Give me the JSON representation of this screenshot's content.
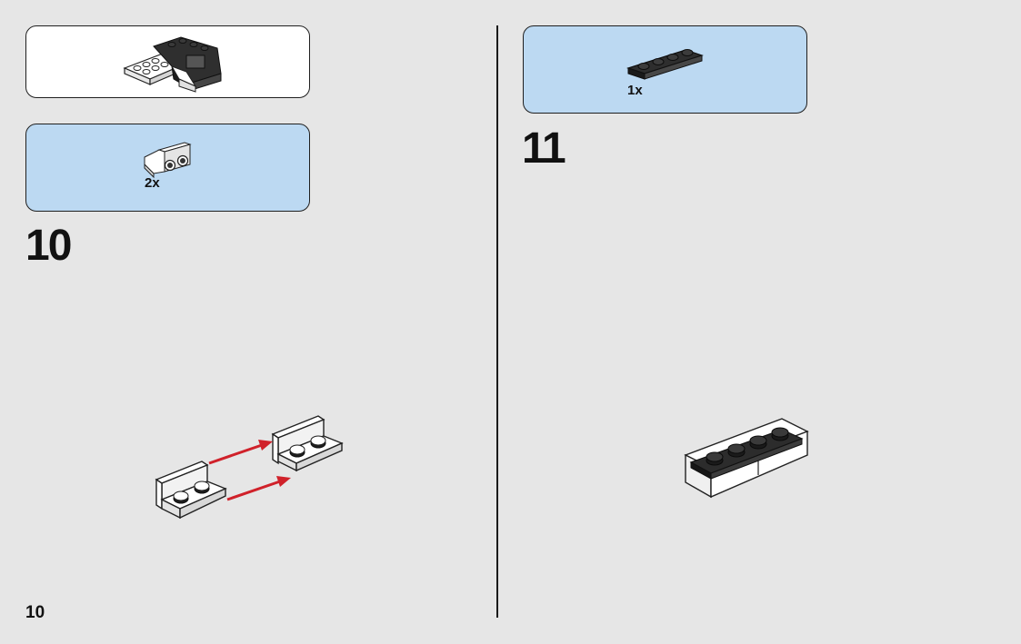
{
  "page": {
    "number": "10"
  },
  "steps": [
    {
      "number": "10",
      "parts": [
        {
          "quantity": "2x",
          "part_icon": "bracket-plate-1x2-white-icon"
        }
      ],
      "submodel_icon": "subassembly-icon"
    },
    {
      "number": "11",
      "parts": [
        {
          "quantity": "1x",
          "part_icon": "plate-1x4-black-icon"
        }
      ]
    }
  ],
  "colors": {
    "background": "#e6e6e6",
    "parts_box": "#bcd9f2",
    "submodel_box": "#ffffff",
    "arrow": "#d0212a",
    "brick_black": "#2b2b2b",
    "brick_white": "#ffffff"
  }
}
